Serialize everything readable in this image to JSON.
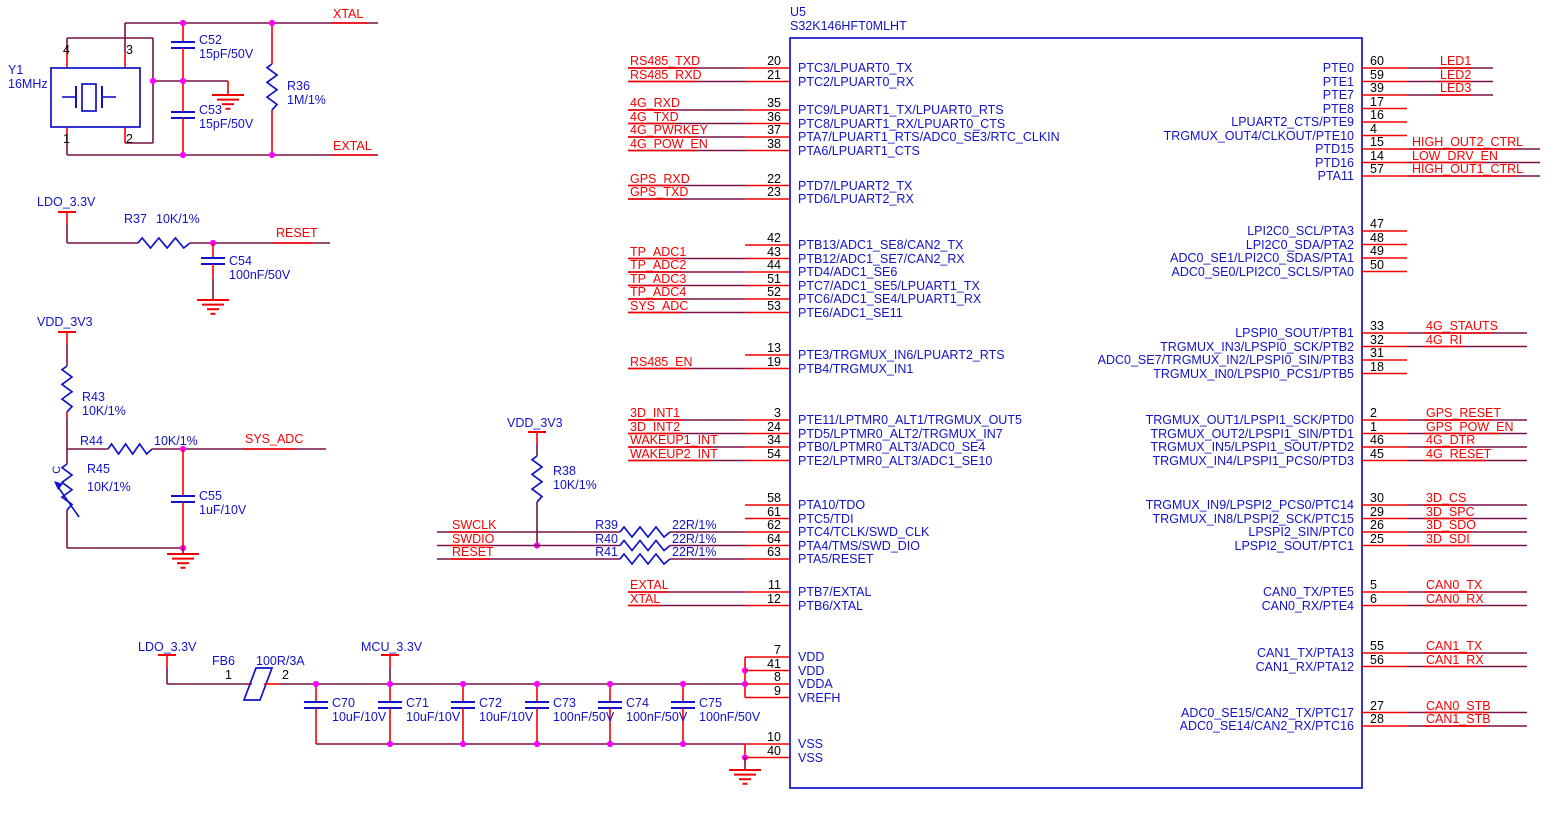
{
  "mcu": {
    "ref": "U5",
    "part": "S32K146HFT0MLHT",
    "left_groups": [
      {
        "pins": [
          {
            "num": "20",
            "name": "PTC3/LPUART0_TX",
            "net": "RS485_TXD"
          },
          {
            "num": "21",
            "name": "PTC2/LPUART0_RX",
            "net": "RS485_RXD"
          }
        ]
      },
      {
        "pins": [
          {
            "num": "35",
            "name": "PTC9/LPUART1_TX/LPUART0_RTS",
            "net": "4G_RXD"
          },
          {
            "num": "36",
            "name": "PTC8/LPUART1_RX/LPUART0_CTS",
            "net": "4G_TXD"
          },
          {
            "num": "37",
            "name": "PTA7/LPUART1_RTS/ADC0_SE3/RTC_CLKIN",
            "net": "4G_PWRKEY"
          },
          {
            "num": "38",
            "name": "PTA6/LPUART1_CTS",
            "net": "4G_POW_EN"
          }
        ]
      },
      {
        "pins": [
          {
            "num": "22",
            "name": "PTD7/LPUART2_TX",
            "net": "GPS_RXD"
          },
          {
            "num": "23",
            "name": "PTD6/LPUART2_RX",
            "net": "GPS_TXD"
          }
        ]
      },
      {
        "pins": [
          {
            "num": "42",
            "name": "PTB13/ADC1_SE8/CAN2_TX",
            "net": ""
          },
          {
            "num": "43",
            "name": "PTB12/ADC1_SE7/CAN2_RX",
            "net": "TP_ADC1"
          },
          {
            "num": "44",
            "name": "PTD4/ADC1_SE6",
            "net": "TP_ADC2"
          },
          {
            "num": "51",
            "name": "PTC7/ADC1_SE5/LPUART1_TX",
            "net": "TP_ADC3"
          },
          {
            "num": "52",
            "name": "PTC6/ADC1_SE4/LPUART1_RX",
            "net": "TP_ADC4"
          },
          {
            "num": "53",
            "name": "PTE6/ADC1_SE11",
            "net": "SYS_ADC"
          }
        ]
      },
      {
        "pins": [
          {
            "num": "13",
            "name": "PTE3/TRGMUX_IN6/LPUART2_RTS",
            "net": ""
          },
          {
            "num": "19",
            "name": "PTB4/TRGMUX_IN1",
            "net": "RS485_EN"
          }
        ]
      },
      {
        "pins": [
          {
            "num": "3",
            "name": "PTE11/LPTMR0_ALT1/TRGMUX_OUT5",
            "net": "3D_INT1"
          },
          {
            "num": "24",
            "name": "PTD5/LPTMR0_ALT2/TRGMUX_IN7",
            "net": "3D_INT2"
          },
          {
            "num": "34",
            "name": "PTB0/LPTMR0_ALT3/ADC0_SE4",
            "net": "WAKEUP1_INT"
          },
          {
            "num": "54",
            "name": "PTE2/LPTMR0_ALT3/ADC1_SE10",
            "net": "WAKEUP2_INT"
          }
        ]
      },
      {
        "pins": [
          {
            "num": "58",
            "name": "PTA10/TDO",
            "net": ""
          },
          {
            "num": "61",
            "name": "PTC5/TDI",
            "net": ""
          },
          {
            "num": "62",
            "name": "PTC4/TCLK/SWD_CLK",
            "net": "SWCLK",
            "series_ref": "R39",
            "series_val": "22R/1%"
          },
          {
            "num": "64",
            "name": "PTA4/TMS/SWD_DIO",
            "net": "SWDIO",
            "series_ref": "R40",
            "series_val": "22R/1%"
          },
          {
            "num": "63",
            "name": "PTA5/RESET",
            "net": "RESET",
            "series_ref": "R41",
            "series_val": "22R/1%"
          }
        ]
      },
      {
        "pins": [
          {
            "num": "11",
            "name": "PTB7/EXTAL",
            "net": "EXTAL"
          },
          {
            "num": "12",
            "name": "PTB6/XTAL",
            "net": "XTAL"
          }
        ]
      },
      {
        "pins": [
          {
            "num": "7",
            "name": "VDD",
            "net": ""
          },
          {
            "num": "41",
            "name": "VDD",
            "net": ""
          },
          {
            "num": "8",
            "name": "VDDA",
            "net": ""
          },
          {
            "num": "9",
            "name": "VREFH",
            "net": ""
          }
        ]
      },
      {
        "pins": [
          {
            "num": "10",
            "name": "VSS",
            "net": ""
          },
          {
            "num": "40",
            "name": "VSS",
            "net": ""
          }
        ]
      }
    ],
    "right_groups": [
      {
        "pins": [
          {
            "num": "60",
            "name": "PTE0",
            "net": "LED1"
          },
          {
            "num": "59",
            "name": "PTE1",
            "net": "LED2"
          },
          {
            "num": "39",
            "name": "PTE7",
            "net": "LED3"
          },
          {
            "num": "17",
            "name": "PTE8",
            "net": ""
          },
          {
            "num": "16",
            "name": "LPUART2_CTS/PTE9",
            "net": ""
          },
          {
            "num": "4",
            "name": "TRGMUX_OUT4/CLKOUT/PTE10",
            "net": ""
          },
          {
            "num": "15",
            "name": "PTD15",
            "net": "HIGH_OUT2_CTRL"
          },
          {
            "num": "14",
            "name": "PTD16",
            "net": "LOW_DRV_EN"
          },
          {
            "num": "57",
            "name": "PTA11",
            "net": "HIGH_OUT1_CTRL"
          }
        ]
      },
      {
        "pins": [
          {
            "num": "47",
            "name": "LPI2C0_SCL/PTA3",
            "net": ""
          },
          {
            "num": "48",
            "name": "LPI2C0_SDA/PTA2",
            "net": ""
          },
          {
            "num": "49",
            "name": "ADC0_SE1/LPI2C0_SDAS/PTA1",
            "net": ""
          },
          {
            "num": "50",
            "name": "ADC0_SE0/LPI2C0_SCLS/PTA0",
            "net": ""
          }
        ]
      },
      {
        "pins": [
          {
            "num": "33",
            "name": "LPSPI0_SOUT/PTB1",
            "net": "4G_STAUTS"
          },
          {
            "num": "32",
            "name": "TRGMUX_IN3/LPSPI0_SCK/PTB2",
            "net": "4G_RI"
          },
          {
            "num": "31",
            "name": "ADC0_SE7/TRGMUX_IN2/LPSPI0_SIN/PTB3",
            "net": ""
          },
          {
            "num": "18",
            "name": "TRGMUX_IN0/LPSPI0_PCS1/PTB5",
            "net": ""
          }
        ]
      },
      {
        "pins": [
          {
            "num": "2",
            "name": "TRGMUX_OUT1/LPSPI1_SCK/PTD0",
            "net": "GPS_RESET"
          },
          {
            "num": "1",
            "name": "TRGMUX_OUT2/LPSPI1_SIN/PTD1",
            "net": "GPS_POW_EN"
          },
          {
            "num": "46",
            "name": "TRGMUX_IN5/LPSPI1_SOUT/PTD2",
            "net": "4G_DTR"
          },
          {
            "num": "45",
            "name": "TRGMUX_IN4/LPSPI1_PCS0/PTD3",
            "net": "4G_RESET"
          }
        ]
      },
      {
        "pins": [
          {
            "num": "30",
            "name": "TRGMUX_IN9/LPSPI2_PCS0/PTC14",
            "net": "3D_CS"
          },
          {
            "num": "29",
            "name": "TRGMUX_IN8/LPSPI2_SCK/PTC15",
            "net": "3D_SPC"
          },
          {
            "num": "26",
            "name": "LPSPI2_SIN/PTC0",
            "net": "3D_SDO"
          },
          {
            "num": "25",
            "name": "LPSPI2_SOUT/PTC1",
            "net": "3D_SDI"
          }
        ]
      },
      {
        "pins": [
          {
            "num": "5",
            "name": "CAN0_TX/PTE5",
            "net": "CAN0_TX"
          },
          {
            "num": "6",
            "name": "CAN0_RX/PTE4",
            "net": "CAN0_RX"
          }
        ]
      },
      {
        "pins": [
          {
            "num": "55",
            "name": "CAN1_TX/PTA13",
            "net": "CAN1_TX"
          },
          {
            "num": "56",
            "name": "CAN1_RX/PTA12",
            "net": "CAN1_RX"
          }
        ]
      },
      {
        "pins": [
          {
            "num": "27",
            "name": "ADC0_SE15/CAN2_TX/PTC17",
            "net": "CAN0_STB"
          },
          {
            "num": "28",
            "name": "ADC0_SE14/CAN2_RX/PTC16",
            "net": "CAN1_STB"
          }
        ]
      }
    ]
  },
  "discrete": {
    "Y1": {
      "ref": "Y1",
      "value": "16MHz",
      "pin1": "1",
      "pin2": "2",
      "pin3": "3",
      "pin4": "4"
    },
    "C52": {
      "ref": "C52",
      "value": "15pF/50V"
    },
    "C53": {
      "ref": "C53",
      "value": "15pF/50V"
    },
    "R36": {
      "ref": "R36",
      "value": "1M/1%"
    },
    "R37": {
      "ref": "R37",
      "value": "10K/1%"
    },
    "C54": {
      "ref": "C54",
      "value": "100nF/50V"
    },
    "R43": {
      "ref": "R43",
      "value": "10K/1%"
    },
    "R44": {
      "ref": "R44",
      "value": "10K/1%"
    },
    "R45": {
      "ref": "R45",
      "value": "10K/1%",
      "wiper": "C"
    },
    "C55": {
      "ref": "C55",
      "value": "1uF/10V"
    },
    "R38": {
      "ref": "R38",
      "value": "10K/1%"
    },
    "FB6": {
      "ref": "FB6",
      "value": "100R/3A",
      "pin1": "1",
      "pin2": "2"
    },
    "C70": {
      "ref": "C70",
      "value": "10uF/10V"
    },
    "C71": {
      "ref": "C71",
      "value": "10uF/10V"
    },
    "C72": {
      "ref": "C72",
      "value": "10uF/10V"
    },
    "C73": {
      "ref": "C73",
      "value": "100nF/50V"
    },
    "C74": {
      "ref": "C74",
      "value": "100nF/50V"
    },
    "C75": {
      "ref": "C75",
      "value": "100nF/50V"
    }
  },
  "power": {
    "ldo": "LDO_3.3V",
    "vdd": "VDD_3V3",
    "mcu33": "MCU_3.3V"
  },
  "nets": {
    "xtal": "XTAL",
    "extal": "EXTAL",
    "reset": "RESET",
    "sys_adc": "SYS_ADC"
  },
  "colors": {
    "wire": "#7a1045",
    "stub": "#f50002",
    "symbol": "#1212c8",
    "junction": "#ff00ff",
    "ground": "#f50002",
    "number": "#000000"
  }
}
